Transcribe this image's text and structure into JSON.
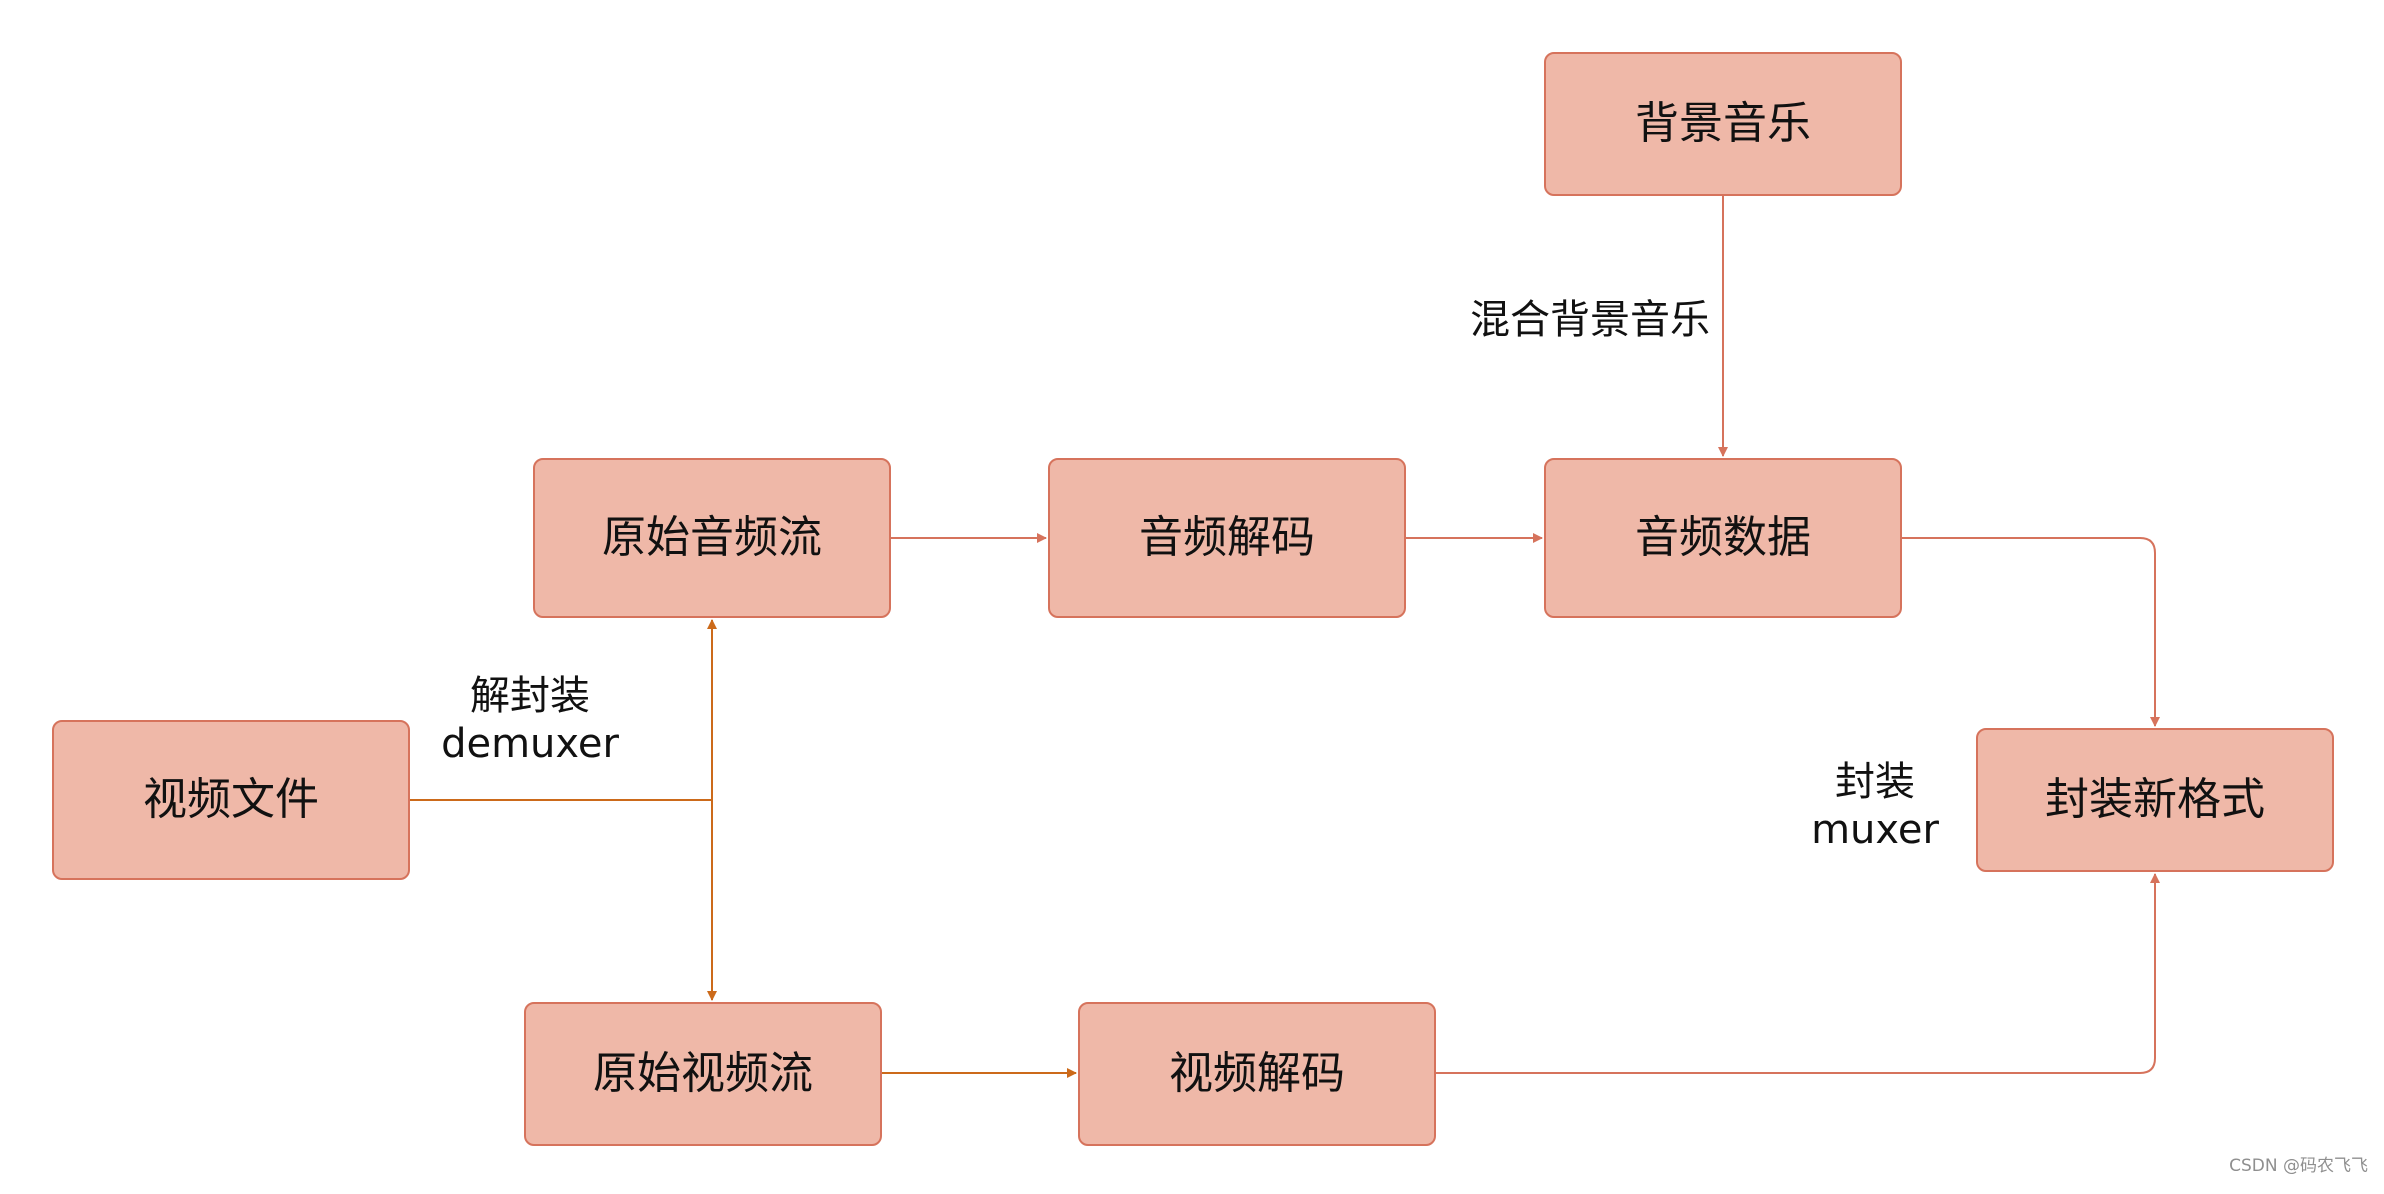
{
  "colors": {
    "node_fill": "#efb8a8",
    "node_border": "#d6735c",
    "arrow_salmon": "#d6735c",
    "arrow_orange": "#cc6a1a"
  },
  "nodes": {
    "bgm": "背景音乐",
    "raw_audio": "原始音频流",
    "audio_decode": "音频解码",
    "audio_data": "音频数据",
    "video_file": "视频文件",
    "remux": "封装新格式",
    "raw_video": "原始视频流",
    "video_decode": "视频解码"
  },
  "labels": {
    "mix": "混合背景音乐",
    "demux_cn": "解封装",
    "demux_en": "demuxer",
    "mux_cn": "封装",
    "mux_en": "muxer"
  },
  "watermark": "CSDN @码农飞飞"
}
